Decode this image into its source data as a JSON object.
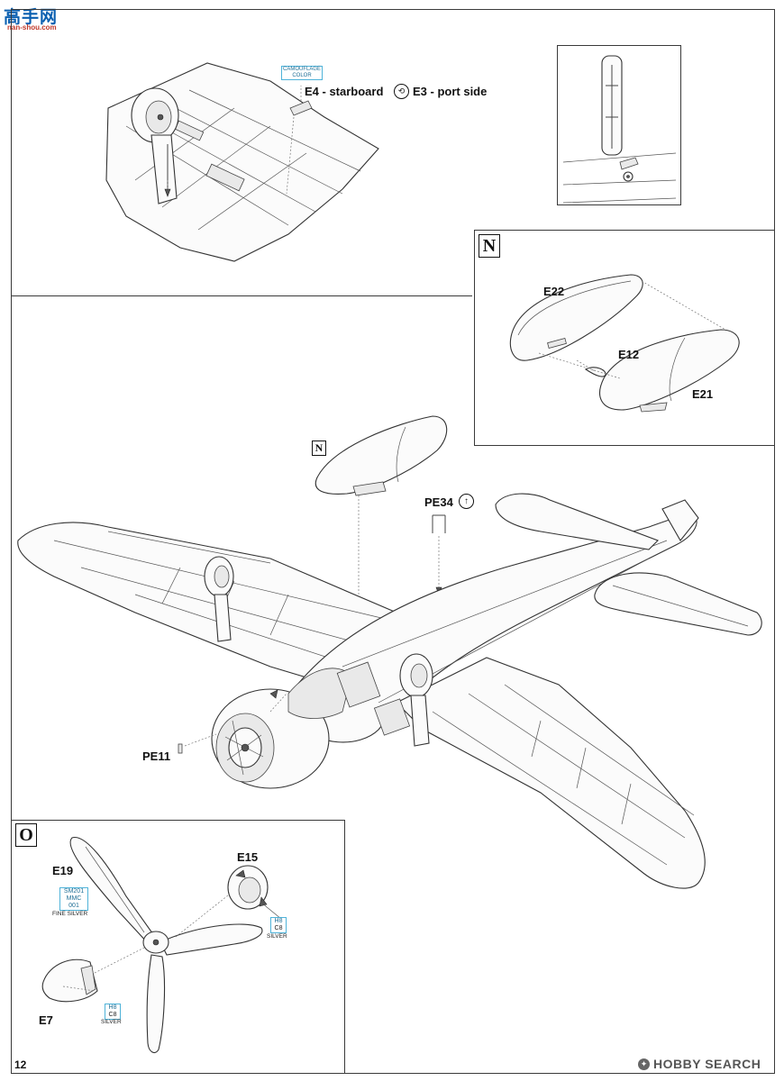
{
  "watermark_top": {
    "logo_text": "高手网",
    "site": "nan-shou.com"
  },
  "top_left_panel": {
    "callout_camouflage": "CAMOUFLAGE COLOR",
    "part_label": "E4 - starboard",
    "part_label_2": "E3 - port side"
  },
  "step_n": {
    "step_letter": "N",
    "parts": {
      "e22": "E22",
      "e12": "E12",
      "e21": "E21"
    }
  },
  "main_view": {
    "step_marker": "N",
    "pe34": "PE34",
    "pe11": "PE11"
  },
  "step_o": {
    "step_letter": "O",
    "e19": "E19",
    "e15": "E15",
    "e7": "E7",
    "colors": {
      "e19_chip_line1": "SM201",
      "e19_chip_line2": "MMC",
      "e19_chip_line3": "001",
      "e19_caption": "FINE SILVER",
      "e15_chip_line1": "H8",
      "e15_chip_line2": "C8",
      "e15_caption": "SILVER",
      "e7_chip_line1": "H8",
      "e7_chip_line2": "C8",
      "e7_caption": "SILVER"
    },
    "accent_color": "#4fb3d9"
  },
  "page_number": "12",
  "footer_watermark": "HOBBY SEARCH",
  "icons": [
    "gear-symbol-icon",
    "bend-arrow-icon",
    "flip-direction-icon"
  ]
}
